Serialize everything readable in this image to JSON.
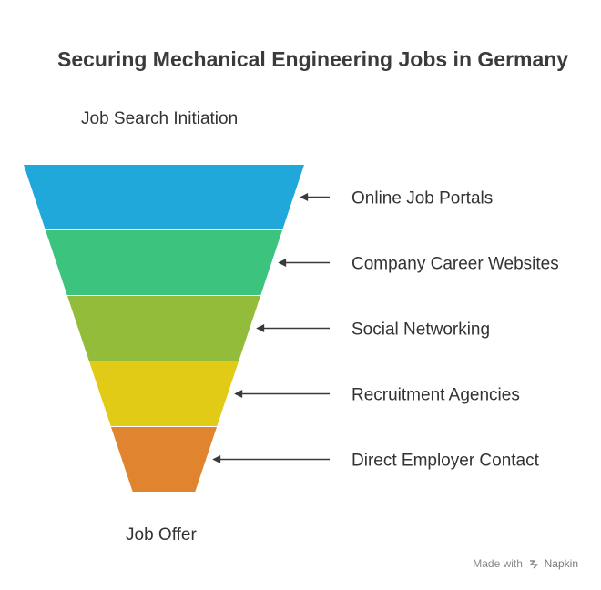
{
  "title": "Securing Mechanical Engineering Jobs in Germany",
  "top_label": "Job Search Initiation",
  "bottom_label": "Job Offer",
  "stages": [
    {
      "label": "Online Job Portals",
      "color": "#1fa8d9"
    },
    {
      "label": "Company Career Websites",
      "color": "#3cc47f"
    },
    {
      "label": "Social Networking",
      "color": "#93bc3b"
    },
    {
      "label": "Recruitment Agencies",
      "color": "#e2cb17"
    },
    {
      "label": "Direct Employer Contact",
      "color": "#e08430"
    }
  ],
  "watermark": {
    "prefix": "Made with",
    "brand": "Napkin",
    "icon": "napkin-logo-icon"
  }
}
